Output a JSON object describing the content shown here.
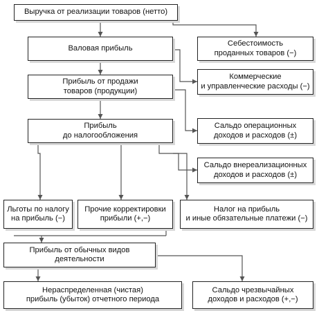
{
  "diagram": {
    "nodes": {
      "revenue": "Выручка от реализации товаров (нетто)",
      "cost_of_goods": "Себестоимость\nпроданных товаров (−)",
      "gross_profit": "Валовая прибыль",
      "commercial_admin": "Коммерческие\nи управленческие расходы (−)",
      "sales_profit": "Прибыль от продажи\nтоваров (продукции)",
      "operating_balance": "Сальдо операционных\nдоходов и расходов (±)",
      "pretax_profit": "Прибыль\nдо налогообложения",
      "nonoperating_balance": "Сальдо внереализационных\nдоходов и расходов (±)",
      "tax_benefits": "Льготы по налогу\nна прибыль (−)",
      "other_adjustments": "Прочие корректировки\nприбыли (+,−)",
      "income_tax": "Налог на прибыль\nи иные обязательные платежи (−)",
      "ordinary_profit": "Прибыль от обычных видов\nдеятельности",
      "retained_earnings": "Нераспределенная (чистая)\nприбыль (убыток) отчетного периода",
      "extraordinary_balance": "Сальдо чрезвычайных\nдоходов и расходов (+,−)"
    },
    "colors": {
      "line": "#555555",
      "border": "#222222",
      "shadow": "#d8d8d8"
    }
  }
}
